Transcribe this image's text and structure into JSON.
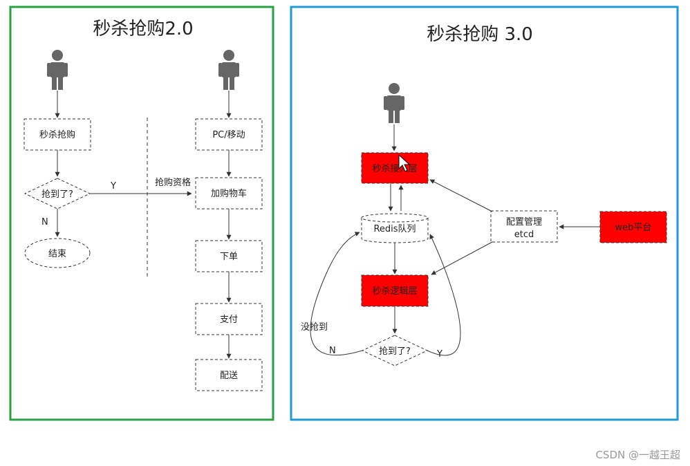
{
  "left_panel": {
    "title": "秒杀抢购2.0",
    "node_seckill": "秒杀抢购",
    "node_got": "抢到了?",
    "node_end": "结束",
    "label_y": "Y",
    "label_n": "N",
    "label_qualify": "抢购资格",
    "node_pc": "PC/移动",
    "node_cart": "加购物车",
    "node_order": "下单",
    "node_pay": "支付",
    "node_delivery": "配送",
    "frame_color": "#27a243"
  },
  "right_panel": {
    "title": "秒杀抢购 3.0",
    "node_access": "秒杀接入层",
    "node_redis": "Redis队列",
    "node_config_line1": "配置管理",
    "node_config_line2": "etcd",
    "node_web": "web平台",
    "node_logic": "秒杀逻辑层",
    "node_got": "抢到了?",
    "label_not_got": "没抢到",
    "label_n": "N",
    "label_y": "Y",
    "frame_color": "#1f9ad6",
    "highlight_color": "#ff0000"
  },
  "watermark": "CSDN @一越王超",
  "icons": [
    "person-icon",
    "mouse-cursor-icon"
  ]
}
